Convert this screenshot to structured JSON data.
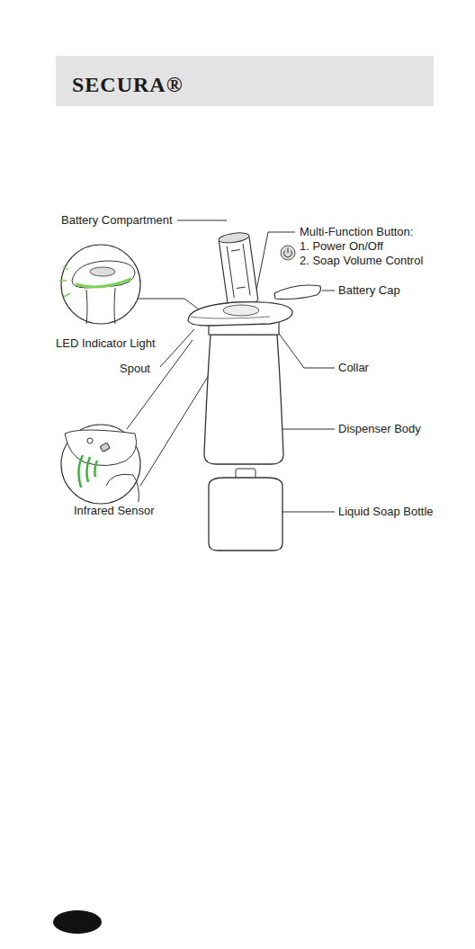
{
  "diagram": {
    "nodes": [
      {
        "text": [
          "SECURA®"
        ]
      }
    ],
    "labels": [
      "Battery Compartment",
      "Multi-Function Button:",
      "1. Power On/Off",
      "2. Soap Volume Control",
      "Battery Cap",
      "LED Indicator Light",
      "Spout",
      "Collar",
      "Dispenser Body",
      "Infrared Sensor",
      "Liquid Soap Bottle"
    ]
  }
}
